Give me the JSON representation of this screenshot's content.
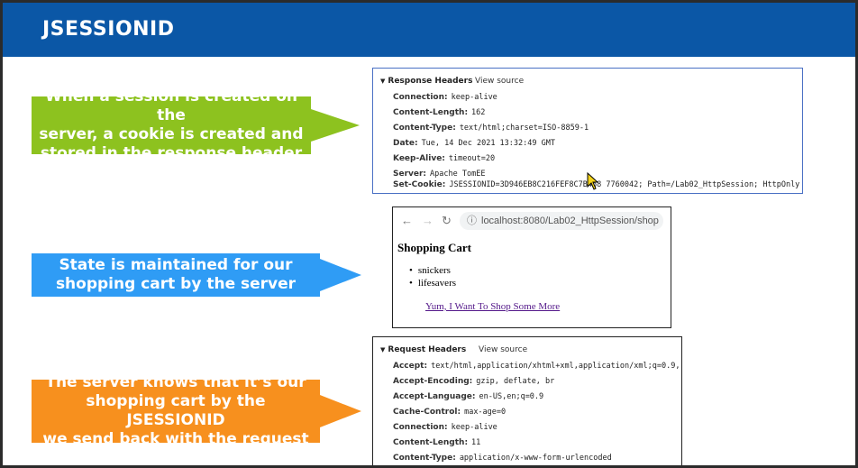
{
  "slide": {
    "title": "JSESSIONID"
  },
  "callouts": {
    "c1": "When a session is created on the\nserver, a cookie is created and\nstored in the response header",
    "c2": "State is maintained for our\nshopping cart by the server",
    "c3": "The server knows that it’s our\nshopping cart by the JSESSIONID\nwe send back with the request"
  },
  "response_headers": {
    "title": "Response Headers",
    "view_source": "View source",
    "rows": [
      {
        "k": "Connection:",
        "v": "keep-alive"
      },
      {
        "k": "Content-Length:",
        "v": "162"
      },
      {
        "k": "Content-Type:",
        "v": "text/html;charset=ISO-8859-1"
      },
      {
        "k": "Date:",
        "v": "Tue, 14 Dec 2021 13:32:49 GMT"
      },
      {
        "k": "Keep-Alive:",
        "v": "timeout=20"
      },
      {
        "k": "Server:",
        "v": "Apache TomEE"
      },
      {
        "k": "Set-Cookie:",
        "v": "JSESSIONID=3D946EB8C216FEF8C7B468  7760042; Path=/Lab02_HttpSession; HttpOnly"
      }
    ]
  },
  "browser": {
    "url": "localhost:8080/Lab02_HttpSession/shop",
    "heading": "Shopping Cart",
    "items": [
      "snickers",
      "lifesavers"
    ],
    "link": "Yum, I Want To Shop Some More"
  },
  "request_headers": {
    "title": "Request Headers",
    "view_source": "View source",
    "rows": [
      {
        "k": "Accept:",
        "v": "text/html,application/xhtml+xml,application/xml;q=0.9,"
      },
      {
        "k": "Accept-Encoding:",
        "v": "gzip, deflate, br"
      },
      {
        "k": "Accept-Language:",
        "v": "en-US,en;q=0.9"
      },
      {
        "k": "Cache-Control:",
        "v": "max-age=0"
      },
      {
        "k": "Connection:",
        "v": "keep-alive"
      },
      {
        "k": "Content-Length:",
        "v": "11"
      },
      {
        "k": "Content-Type:",
        "v": "application/x-www-form-urlencoded"
      }
    ]
  },
  "colors": {
    "title_bar": "#0b57a6",
    "green": "#8dc21f",
    "blue": "#2f9cf5",
    "orange": "#f7901e"
  }
}
